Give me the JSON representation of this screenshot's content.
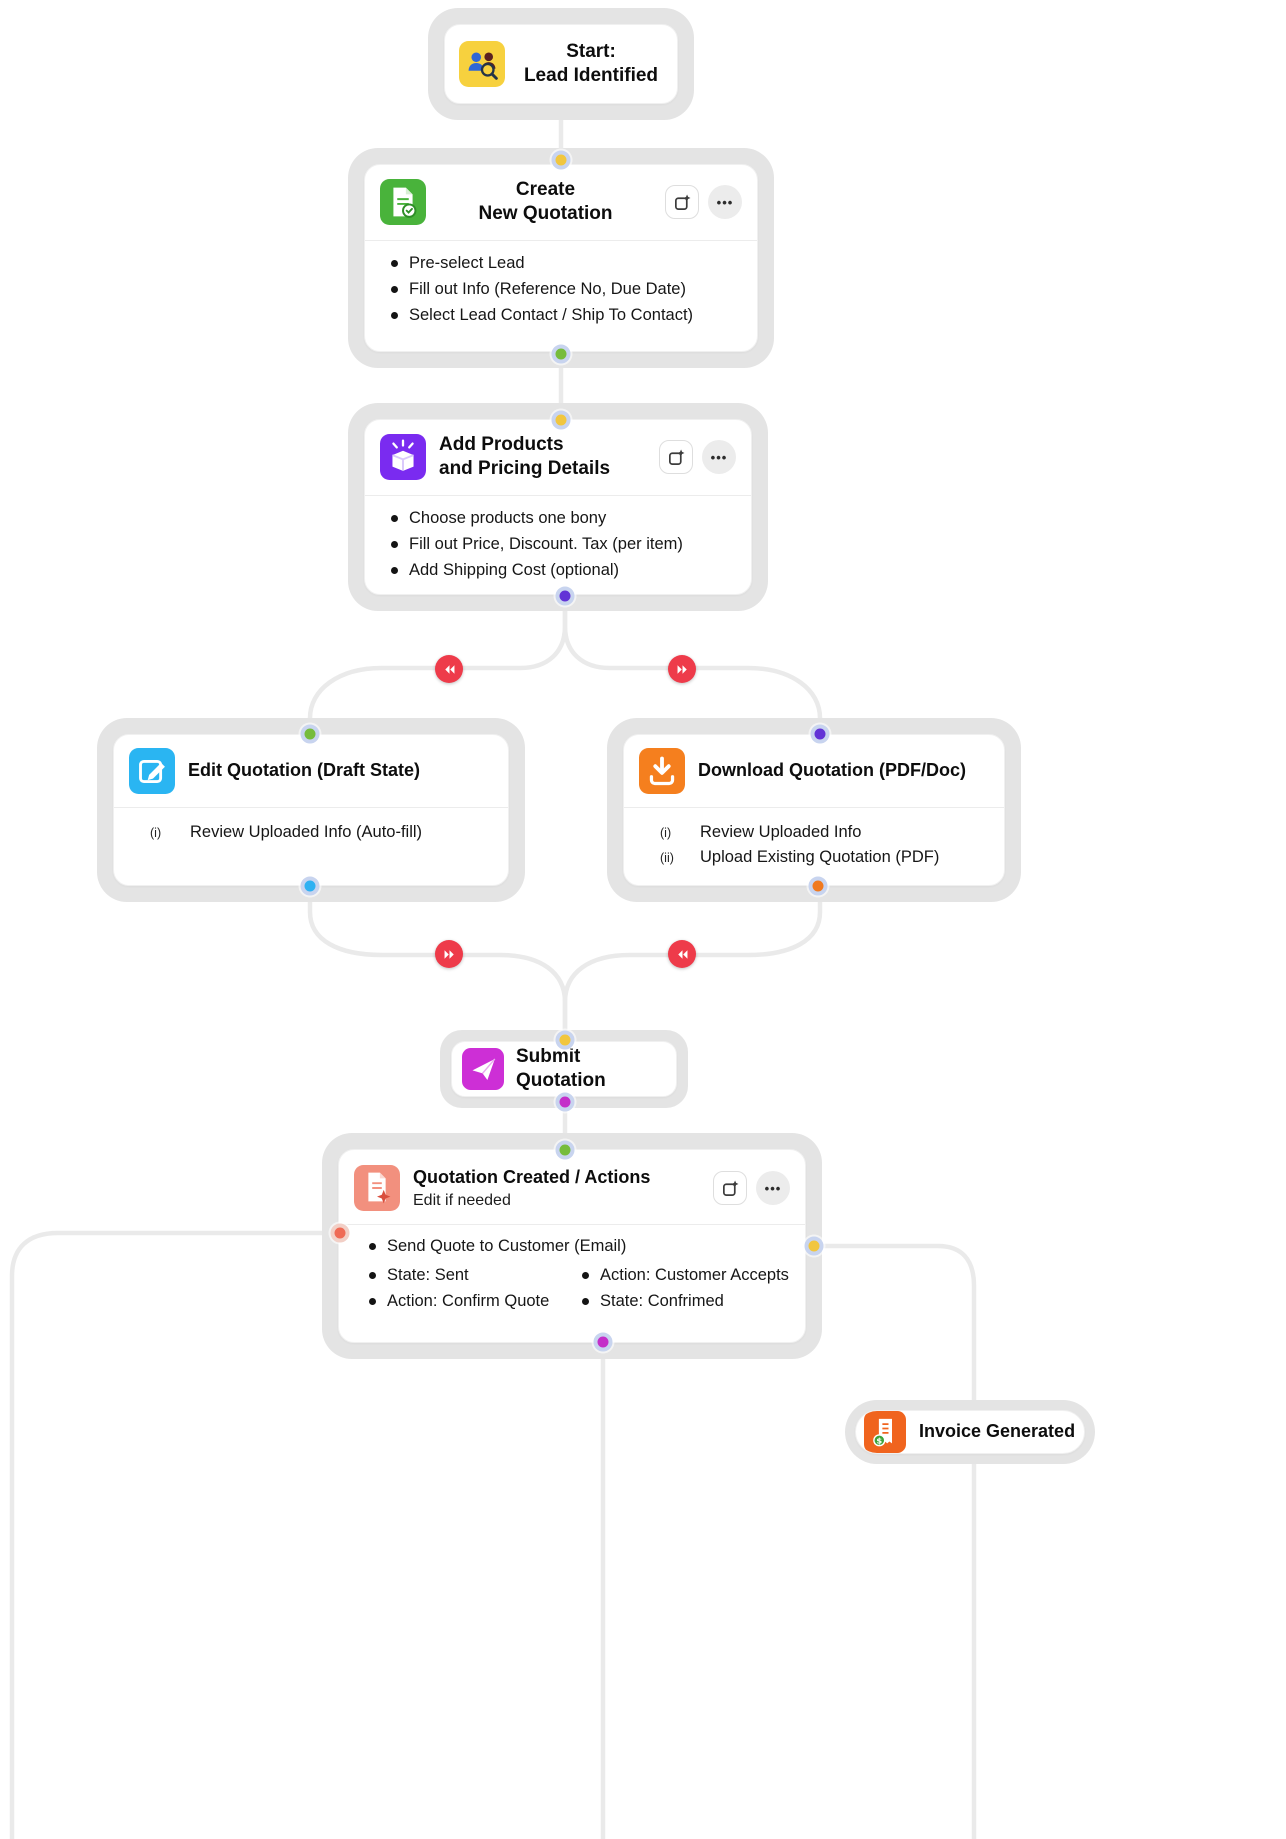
{
  "colors": {
    "frame": "#e4e4e4",
    "edge": "#eaeaea",
    "ring": "#c8d4ef",
    "arrow_red": "#ee3b4a"
  },
  "ui": {
    "more_icon": "•••"
  },
  "nodes": {
    "start": {
      "line1": "Start:",
      "line2": "Lead Identified"
    },
    "create": {
      "line1": "Create",
      "line2": "New Quotation",
      "bullets": [
        "Pre-select Lead",
        "Fill out Info (Reference No, Due Date)",
        "Select Lead Contact / Ship To Contact)"
      ]
    },
    "products": {
      "line1": "Add Products",
      "line2": "and Pricing Details",
      "bullets": [
        "Choose products one bony",
        "Fill out Price, Discount. Tax (per item)",
        "Add Shipping Cost (optional)"
      ]
    },
    "edit": {
      "title": "Edit Quotation (Draft State)",
      "items": [
        {
          "num": "(i)",
          "text": "Review Uploaded Info (Auto-fill)"
        }
      ]
    },
    "download": {
      "title": "Download Quotation (PDF/Doc)",
      "items": [
        {
          "num": "(i)",
          "text": "Review Uploaded Info"
        },
        {
          "num": "(ii)",
          "text": "Upload Existing Quotation (PDF)"
        }
      ]
    },
    "submit": {
      "title": "Submit Quotation"
    },
    "created": {
      "title": "Quotation Created / Actions",
      "subtitle": "Edit if needed",
      "lead_bullet": "Send Quote to Customer (Email)",
      "left": [
        "State: Sent",
        "Action: Confirm Quote"
      ],
      "right": [
        "Action: Customer Accepts",
        "State: Confrimed"
      ]
    },
    "invoice": {
      "title": "Invoice Generated"
    }
  }
}
